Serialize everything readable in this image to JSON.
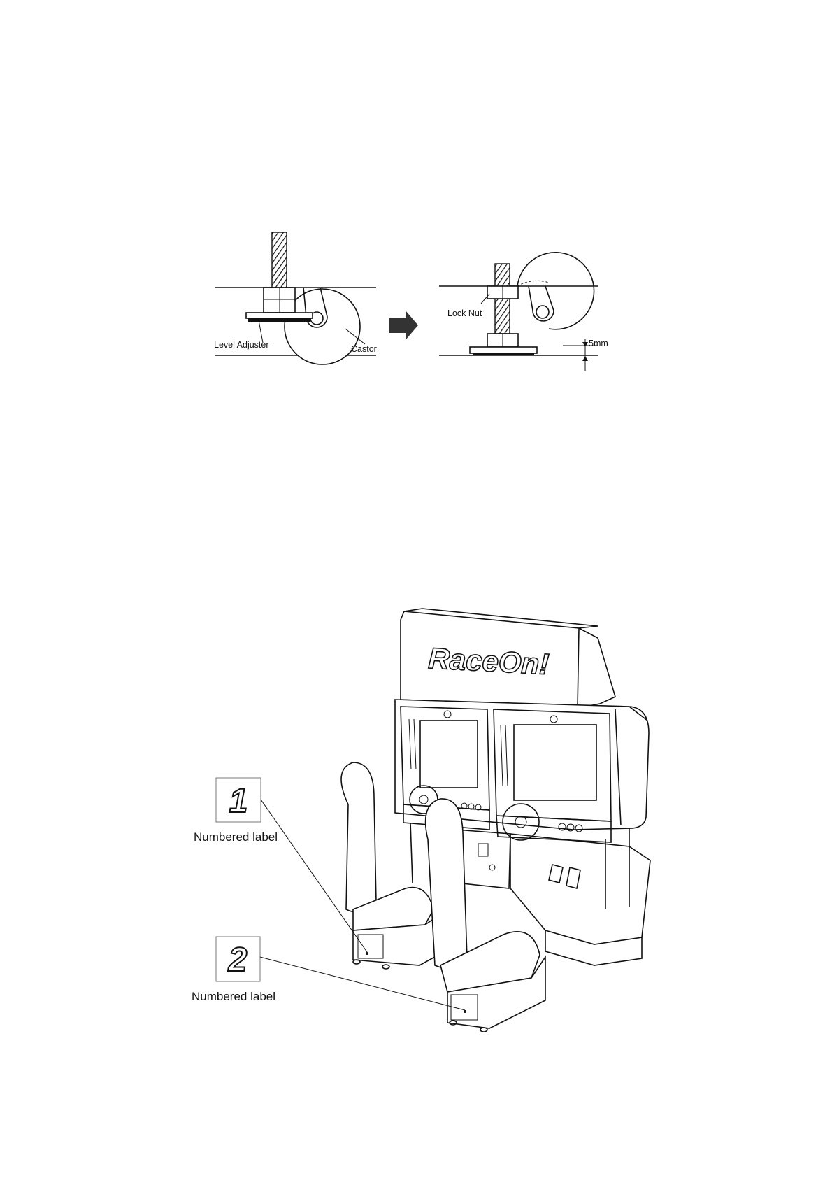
{
  "leveler": {
    "label_level_adjuster": "Level Adjuster",
    "label_castor": "Castor",
    "label_lock_nut": "Lock Nut",
    "label_gap": "5mm"
  },
  "cabinet": {
    "marquee_logo": "RaceOn!",
    "label_1": {
      "number": "1",
      "caption": "Numbered label"
    },
    "label_2": {
      "number": "2",
      "caption": "Numbered label"
    }
  }
}
